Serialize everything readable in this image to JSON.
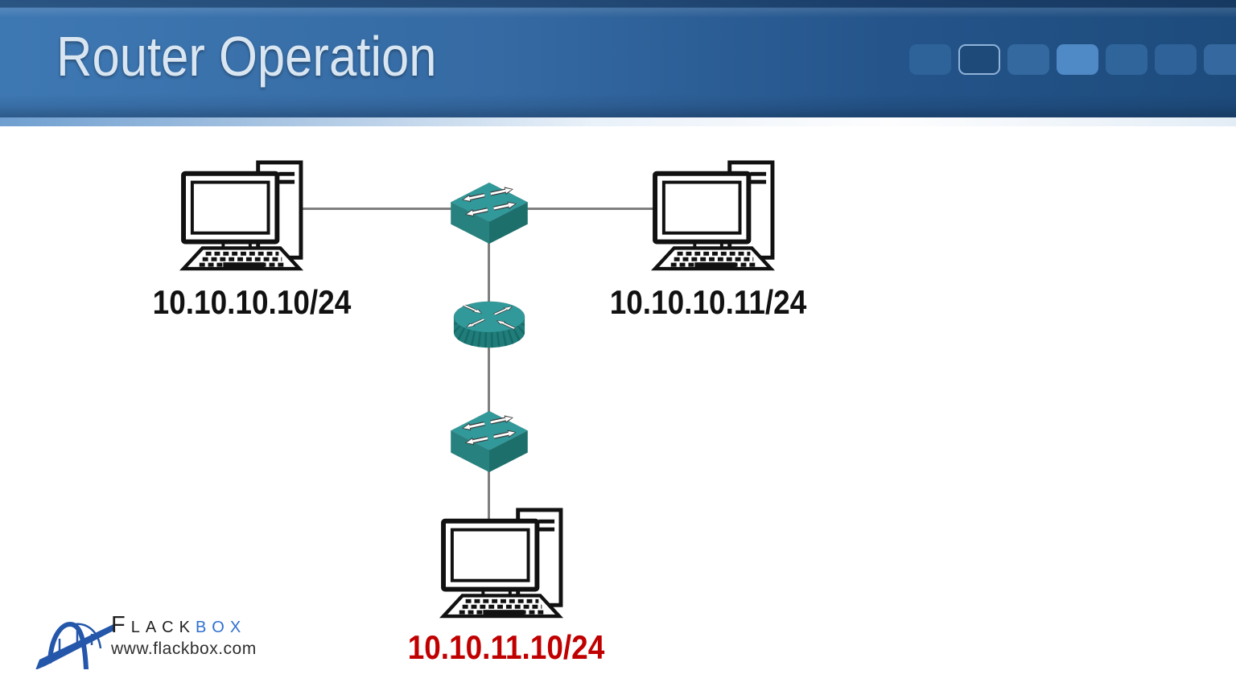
{
  "slide": {
    "title": "Router Operation"
  },
  "header": {
    "decor_squares": [
      {
        "fill": "#2d6399",
        "border": ""
      },
      {
        "fill": "#1e4a7a",
        "border": "#8fb3d9"
      },
      {
        "fill": "#33699f",
        "border": ""
      },
      {
        "fill": "#4f8ac6",
        "border": ""
      },
      {
        "fill": "#30659c",
        "border": ""
      },
      {
        "fill": "#2e6299",
        "border": ""
      },
      {
        "fill": "#34689f",
        "border": ""
      }
    ]
  },
  "diagram": {
    "colors": {
      "device_top": "#31999a",
      "switch_front": "#27817e",
      "switch_side": "#1d6f6c",
      "router_side": "#207d7a",
      "router_ridge": "#176a67",
      "link_line": "#7f7f7f",
      "pc_outline": "#111111"
    },
    "nodes": [
      {
        "id": "pc-left",
        "type": "computer",
        "label": "10.10.10.10/24",
        "label_color": "#111111"
      },
      {
        "id": "switch-top",
        "type": "switch",
        "label": ""
      },
      {
        "id": "pc-right",
        "type": "computer",
        "label": "10.10.10.11/24",
        "label_color": "#111111"
      },
      {
        "id": "router",
        "type": "router",
        "label": ""
      },
      {
        "id": "switch-bottom",
        "type": "switch",
        "label": ""
      },
      {
        "id": "pc-bottom",
        "type": "computer",
        "label": "10.10.11.10/24",
        "label_color": "#c00000"
      }
    ],
    "links": [
      {
        "from": "pc-left",
        "to": "switch-top"
      },
      {
        "from": "switch-top",
        "to": "pc-right"
      },
      {
        "from": "switch-top",
        "to": "router"
      },
      {
        "from": "router",
        "to": "switch-bottom"
      },
      {
        "from": "switch-bottom",
        "to": "pc-bottom"
      }
    ]
  },
  "footer": {
    "brand_part1": "Flack",
    "brand_part2": "box",
    "brand_color1": "#1f1f1f",
    "brand_color2": "#2f6fd0",
    "website": "www.flackbox.com",
    "bridge_color": "#2456aa"
  }
}
